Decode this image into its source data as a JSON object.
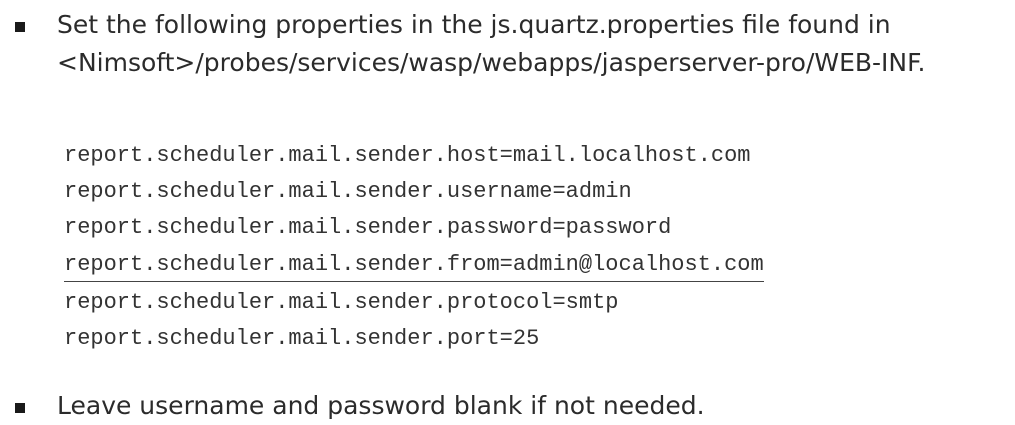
{
  "bullets": [
    {
      "lines": [
        "Set the following properties in the js.quartz.properties file found in",
        "<Nimsoft>/probes/services/wasp/webapps/jasperserver-pro/WEB-INF."
      ]
    },
    {
      "lines": [
        "Leave username and password blank if not needed."
      ]
    }
  ],
  "code_lines": [
    "report.scheduler.mail.sender.host=mail.localhost.com",
    "report.scheduler.mail.sender.username=admin",
    "report.scheduler.mail.sender.password=password",
    "report.scheduler.mail.sender.from=admin@localhost.com",
    "report.scheduler.mail.sender.protocol=smtp",
    "report.scheduler.mail.sender.port=25"
  ]
}
